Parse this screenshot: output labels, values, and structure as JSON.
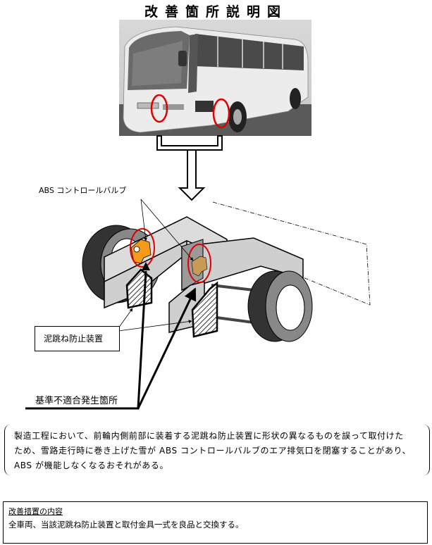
{
  "title": "改善箇所説明図",
  "photo": {
    "subject": "bus-photo",
    "highlight_color": "#e00000",
    "highlight_count": 2
  },
  "diagram": {
    "labels": {
      "abs_valve": "ABS コントロールバルブ",
      "mudguard": "泥跳ね防止装置",
      "nonconformity": "基準不適合発生箇所"
    },
    "colors": {
      "highlight": "#e00000",
      "valve": "#f39a1b",
      "valve_rear": "#c89a55",
      "tire_dark": "#333333",
      "tire_mid": "#808080",
      "frame": "#d9d9d9"
    }
  },
  "description": {
    "lines": [
      "製造工程において、前輪内側前部に装着する泥跳ね防止装置に形状の異なるものを誤って取付けた",
      "ため、雪路走行時に巻き上げた雪が ABS コントロールバルブのエア排気口を閉塞することがあり、",
      "ABS が機能しなくなるおそれがある。"
    ]
  },
  "measures": {
    "heading": "改善措置の内容",
    "body": "全車両、当該泥跳ね防止装置と取付金具一式を良品と交換する。"
  }
}
